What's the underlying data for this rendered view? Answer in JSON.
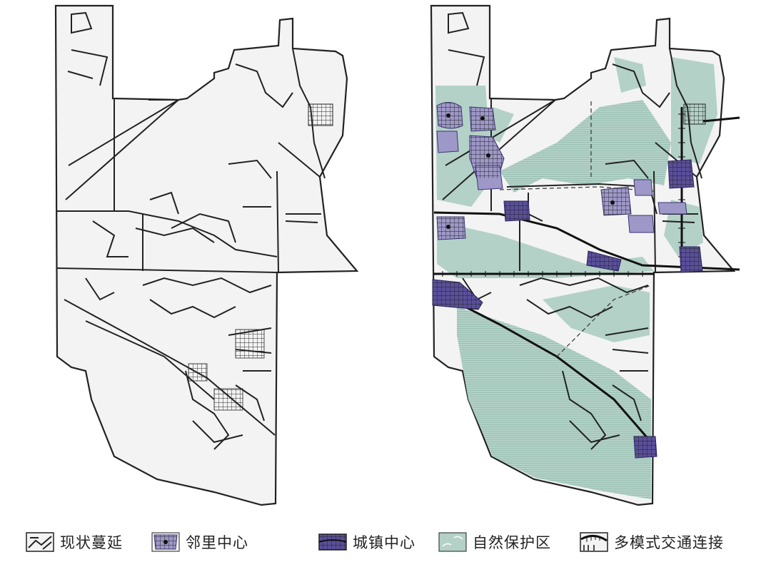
{
  "colors": {
    "background": "#ffffff",
    "land": "#f3f3f3",
    "road": "#222222",
    "nature": "#b3d1c7",
    "neighborhood": "#9e98c8",
    "town": "#5a4f9a"
  },
  "legend": {
    "existing_sprawl": "现状蔓延",
    "neighborhood_center": "邻里中心",
    "town_center": "城镇中心",
    "nature_reserve": "自然保护区",
    "multimodal_transit": "多模式交通连接"
  },
  "maps": [
    {
      "name": "existing-sprawl-map",
      "layers": [
        "roads"
      ]
    },
    {
      "name": "planned-map",
      "layers": [
        "roads",
        "nature-reserve",
        "neighborhood-centers",
        "town-centers",
        "transit-lines"
      ]
    }
  ],
  "icons": {
    "existing_sprawl": "road-swatch-icon",
    "neighborhood_center": "neighborhood-swatch-icon",
    "town_center": "town-swatch-icon",
    "nature_reserve": "nature-swatch-icon",
    "multimodal_transit": "transit-swatch-icon"
  }
}
